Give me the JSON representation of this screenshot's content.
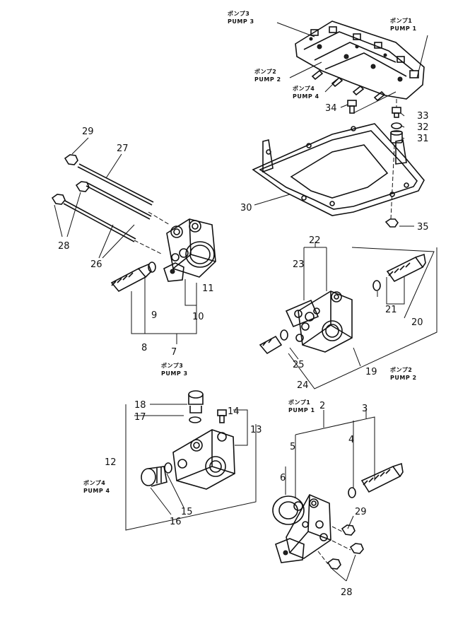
{
  "callouts": {
    "c2": "2",
    "c3": "3",
    "c4": "4",
    "c5": "5",
    "c6": "6",
    "c7": "7",
    "c8": "8",
    "c9": "9",
    "c10": "10",
    "c11": "11",
    "c12": "12",
    "c13": "13",
    "c14": "14",
    "c15": "15",
    "c16": "16",
    "c17": "17",
    "c18": "18",
    "c19": "19",
    "c20": "20",
    "c21": "21",
    "c22": "22",
    "c23": "23",
    "c24": "24",
    "c25": "25",
    "c26": "26",
    "c27": "27",
    "c28a": "28",
    "c28b": "28",
    "c29a": "29",
    "c29b": "29",
    "c30": "30",
    "c31": "31",
    "c32": "32",
    "c33": "33",
    "c34": "34",
    "c35": "35"
  },
  "labels": {
    "pump3_jp_top": "ポンプ3",
    "pump3_en_top": "PUMP 3",
    "pump1_jp_top": "ポンプ1",
    "pump1_en_top": "PUMP 1",
    "pump2_jp_top": "ポンプ2",
    "pump2_en_top": "PUMP 2",
    "pump4_jp_top": "ポンプ4",
    "pump4_en_top": "PUMP 4",
    "pump3_jp": "ポンプ3",
    "pump3_en": "PUMP 3",
    "pump2_jp": "ポンプ2",
    "pump2_en": "PUMP 2",
    "pump1_jp": "ポンプ1",
    "pump1_en": "PUMP 1",
    "pump4_jp": "ポンプ4",
    "pump4_en": "PUMP 4"
  }
}
